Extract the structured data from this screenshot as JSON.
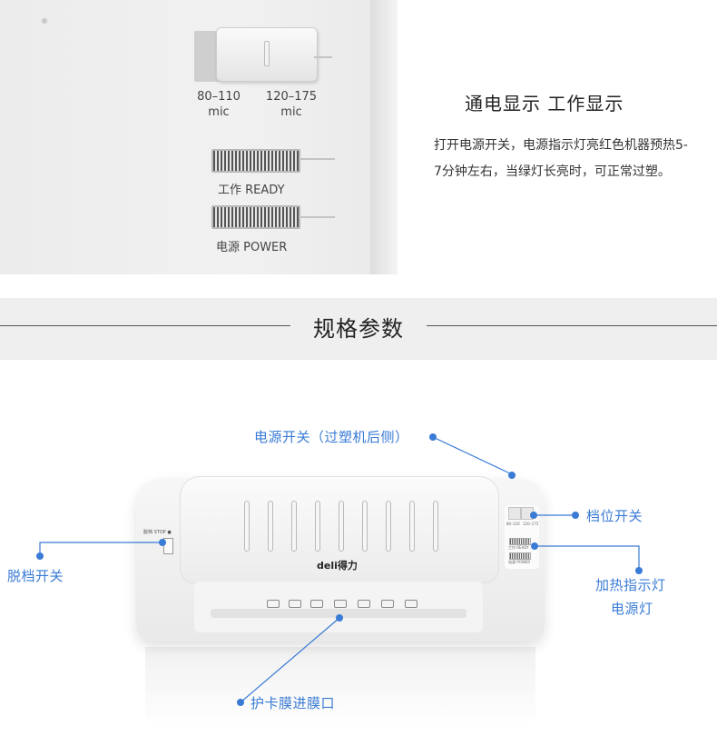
{
  "closeup": {
    "mic_left": "80–110",
    "mic_left_unit": "mic",
    "mic_right": "120–175",
    "mic_right_unit": "mic",
    "ready_label": "工作 READY",
    "power_label": "电源 POWER"
  },
  "description": {
    "title": "通电显示 工作显示",
    "body": "打开电源开关，电源指示灯亮红色机器预热5-7分钟左右，当绿灯长亮时，可正常过塑。"
  },
  "section": {
    "title": "规格参数"
  },
  "callouts": {
    "power_switch": "电源开关（过塑机后侧）",
    "gear_switch": "档位开关",
    "release_switch": "脱档开关",
    "heating_light": "加热指示灯",
    "power_light": "电源灯",
    "card_inlet": "护卡膜进膜口"
  },
  "device": {
    "brand": "deli得力",
    "release_text": "脱档 STOP ●",
    "panel_mic_left": "80–110",
    "panel_mic_right": "120–175",
    "panel_ready": "工作 READY",
    "panel_power": "电源 POWER"
  },
  "colors": {
    "accent": "#3a7bd5",
    "banner_bg": "#efefef"
  }
}
